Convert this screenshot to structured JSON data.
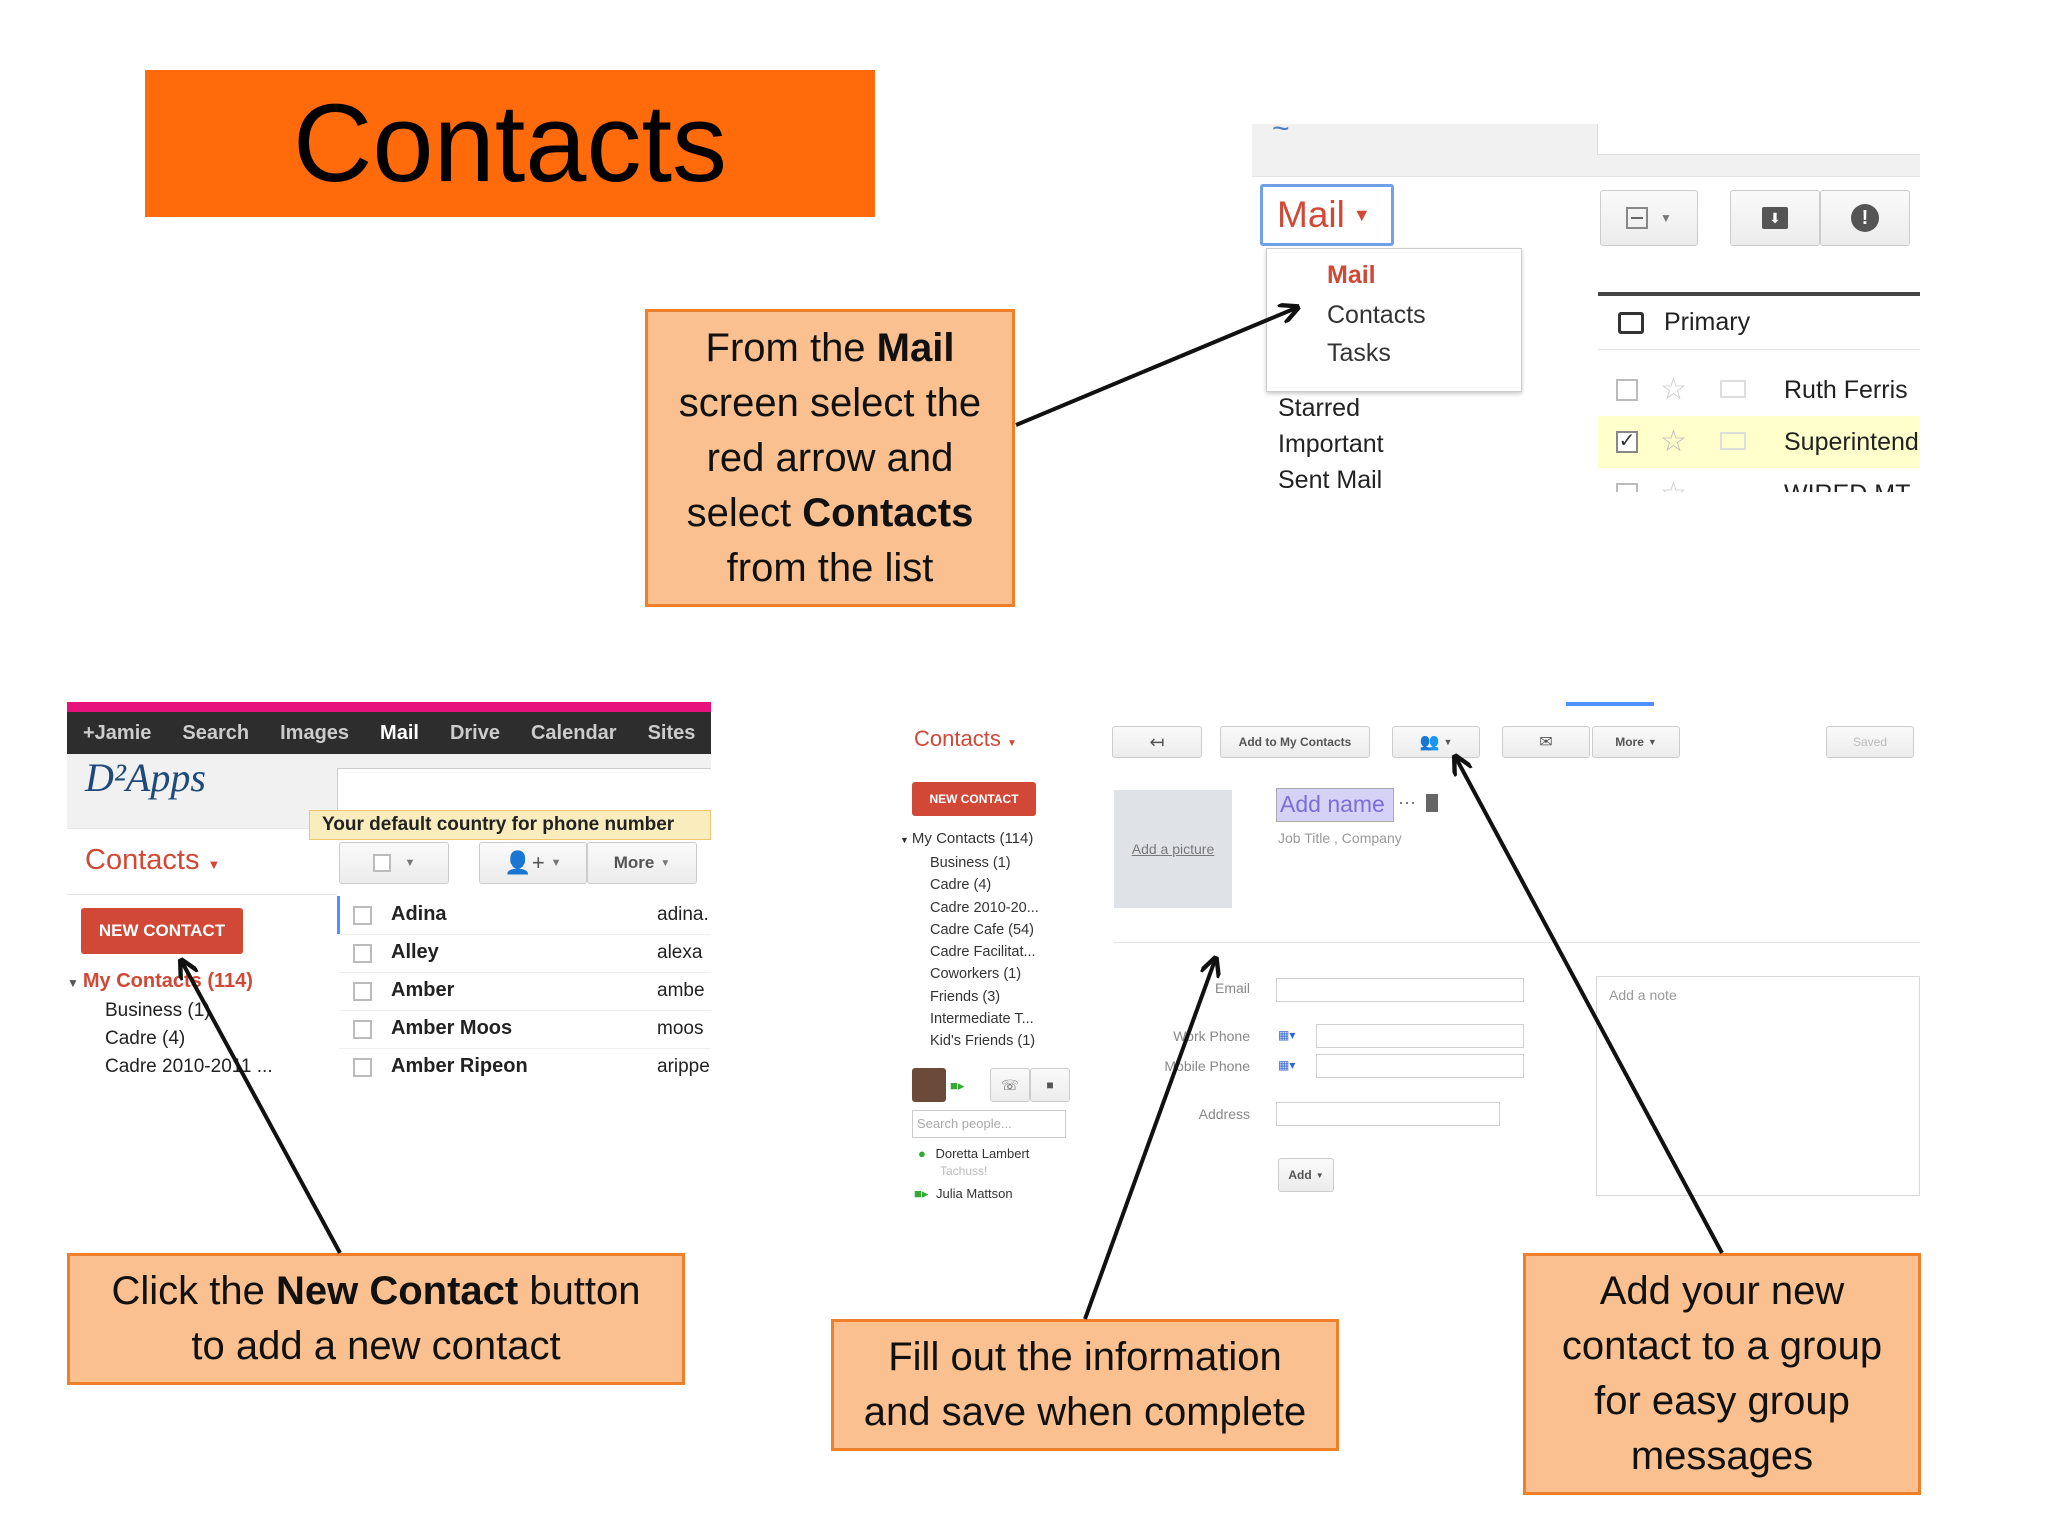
{
  "title": "Contacts",
  "colors": {
    "title_bg": "#ff6a0a",
    "callout_bg": "#fac08f",
    "callout_border": "#f07f2a",
    "gmail_red": "#d14836",
    "nav_bar": "#2d2d2d",
    "nav_top_stripe": "#e8127c"
  },
  "callouts": {
    "mail": {
      "l1": "From the ",
      "b1": "Mail",
      "l2": "screen select the",
      "l3": "red arrow and",
      "l4": "select ",
      "b2": "Contacts",
      "l5": "from the list"
    },
    "new_contact": {
      "l1": "Click the ",
      "b1": "New Contact",
      "l1b": " button",
      "l2": "to add a new contact"
    },
    "fill": {
      "l1": "Fill out the information",
      "l2": "and save when complete"
    },
    "group": {
      "l1": "Add your new",
      "l2": "contact to a group",
      "l3": "for easy group",
      "l4": "messages"
    }
  },
  "shot_mail": {
    "mail_button": "Mail",
    "dropdown": [
      "Mail",
      "Contacts",
      "Tasks"
    ],
    "left_nav": [
      "Starred",
      "Important",
      "Sent Mail"
    ],
    "tab_primary": "Primary",
    "rows": [
      {
        "sender": "Ruth Ferris",
        "checked": false
      },
      {
        "sender": "Superintend",
        "checked": true
      },
      {
        "sender": "WIRED MT",
        "checked": false
      }
    ]
  },
  "shot_contacts": {
    "nav": [
      "+Jamie",
      "Search",
      "Images",
      "Mail",
      "Drive",
      "Calendar",
      "Sites"
    ],
    "logo": "D²Apps",
    "notice": "Your default country for phone number",
    "contacts_dropdown": "Contacts",
    "more_label": "More",
    "new_contact": "NEW CONTACT",
    "my_contacts": "My Contacts (114)",
    "groups": [
      "Business (1)",
      "Cadre (4)",
      "Cadre 2010-2011 ..."
    ],
    "list": [
      {
        "name": "Adina",
        "email": "adina."
      },
      {
        "name": "Alley",
        "email": "alexa"
      },
      {
        "name": "Amber",
        "email": "ambe"
      },
      {
        "name": "Amber Moos",
        "email": "moos"
      },
      {
        "name": "Amber Ripeon",
        "email": "arippe"
      }
    ]
  },
  "shot_form": {
    "contacts_dropdown": "Contacts",
    "add_to_my_contacts": "Add to My Contacts",
    "more": "More",
    "saved": "Saved",
    "new_contact": "NEW CONTACT",
    "my_contacts": "My Contacts (114)",
    "groups": [
      "Business (1)",
      "Cadre (4)",
      "Cadre 2010-20...",
      "Cadre Cafe (54)",
      "Cadre Facilitat...",
      "Coworkers (1)",
      "Friends (3)",
      "Intermediate T...",
      "Kid's Friends (1)"
    ],
    "add_picture": "Add a picture",
    "add_name": "Add name",
    "job_title": "Job Title , Company",
    "labels": [
      "Email",
      "Work Phone",
      "Mobile Phone",
      "Address"
    ],
    "add_btn": "Add",
    "add_note": "Add a note",
    "search_people": "Search people...",
    "people": [
      {
        "name": "Doretta Lambert",
        "status": "Tachuss!"
      },
      {
        "name": "Julia Mattson",
        "status": ""
      }
    ]
  }
}
